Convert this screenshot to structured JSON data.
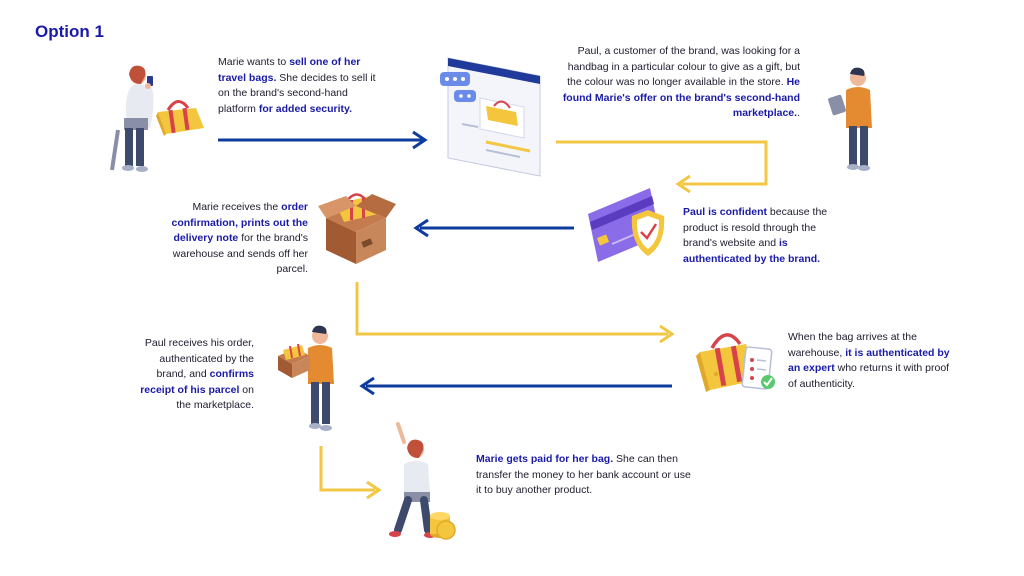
{
  "title": "Option 1",
  "steps": [
    {
      "parts": [
        {
          "t": "Marie wants to ",
          "b": false
        },
        {
          "t": "sell one of her travel bags.",
          "b": true
        },
        {
          "t": " She decides to sell it on the brand's second-hand platform ",
          "b": false
        },
        {
          "t": "for added security.",
          "b": true
        }
      ]
    },
    {
      "parts": [
        {
          "t": "Paul, a customer of the brand, was looking for a handbag in a particular colour to give as a gift, but the colour was no longer available in the store. ",
          "b": false
        },
        {
          "t": "He found Marie's offer on the brand's second-hand marketplace.",
          "b": true
        },
        {
          "t": ".",
          "b": false
        }
      ]
    },
    {
      "parts": [
        {
          "t": "Paul is confident",
          "b": true
        },
        {
          "t": " because the product is resold through the brand's website and ",
          "b": false
        },
        {
          "t": "is authenticated by the brand.",
          "b": true
        }
      ]
    },
    {
      "parts": [
        {
          "t": "Marie receives the ",
          "b": false
        },
        {
          "t": "order confirmation, prints out the delivery note",
          "b": true
        },
        {
          "t": " for the brand's warehouse and sends off her parcel.",
          "b": false
        }
      ]
    },
    {
      "parts": [
        {
          "t": "When the bag arrives at the warehouse, ",
          "b": false
        },
        {
          "t": "it is authenticated by an expert",
          "b": true
        },
        {
          "t": " who returns it with proof of authenticity.",
          "b": false
        }
      ]
    },
    {
      "parts": [
        {
          "t": "Paul receives his order, authenticated by the brand, and ",
          "b": false
        },
        {
          "t": "confirms receipt of his parcel",
          "b": true
        },
        {
          "t": " on the marketplace.",
          "b": false
        }
      ]
    },
    {
      "parts": [
        {
          "t": "Marie gets paid for her bag.",
          "b": true
        },
        {
          "t": " She can then transfer the money to her bank account or use it to buy another product.",
          "b": false
        }
      ]
    }
  ],
  "colors": {
    "title": "#1a1aa8",
    "highlight": "#1a1aa8",
    "arrow_blue": "#0d3b9e",
    "arrow_yellow": "#f2c744",
    "bag_yellow": "#f4c63d",
    "bag_red": "#d8424a",
    "card_purple": "#8a6ce8"
  }
}
